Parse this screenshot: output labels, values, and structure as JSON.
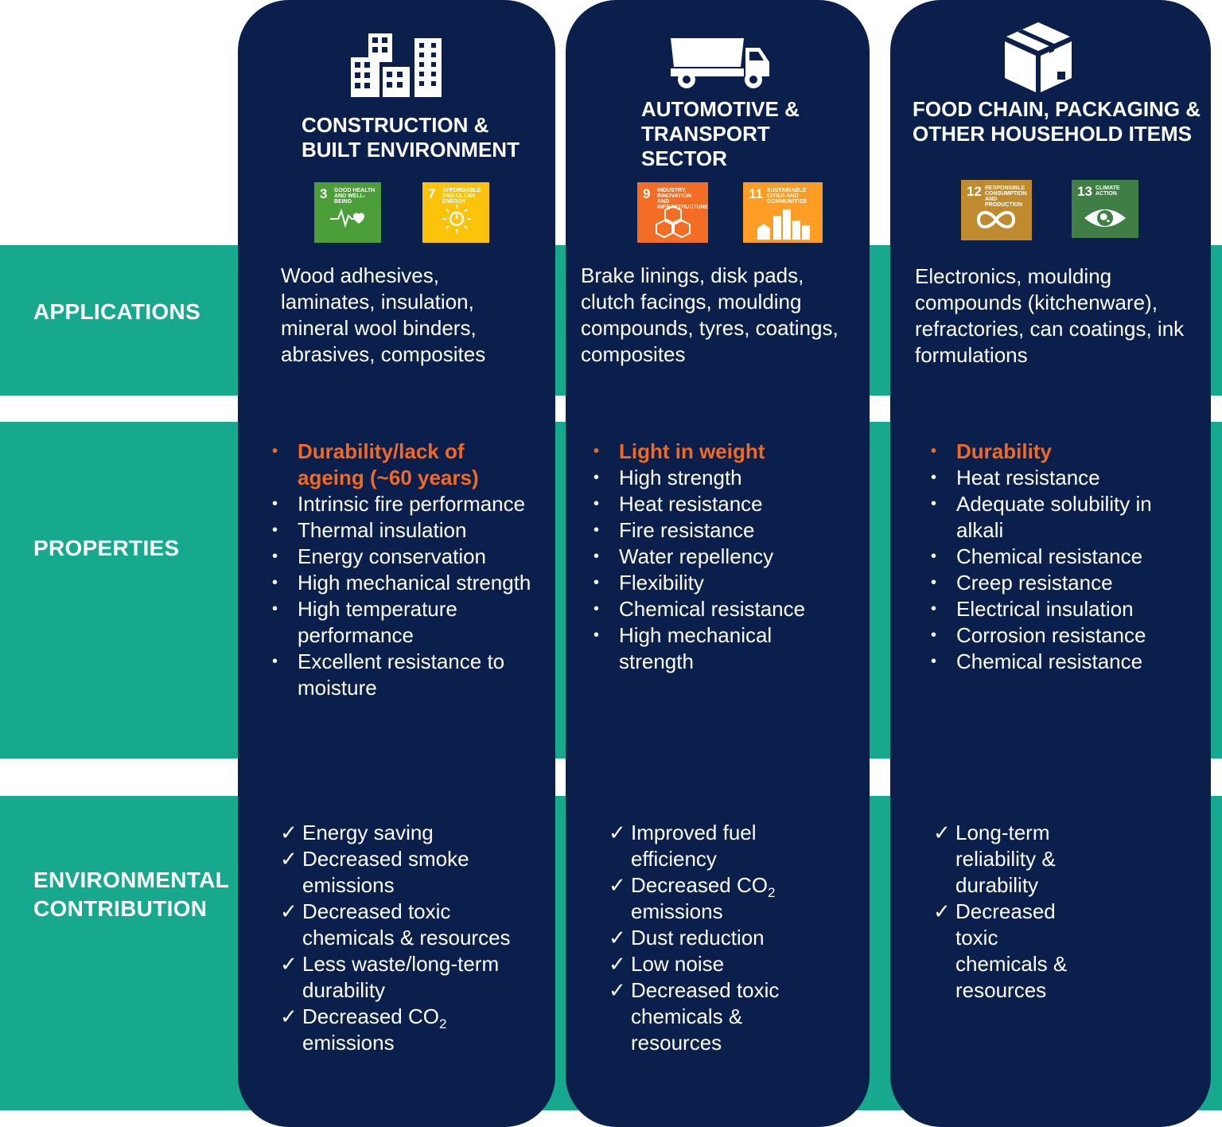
{
  "rows": {
    "applications": "APPLICATIONS",
    "properties": "PROPERTIES",
    "environmental_line1": "ENVIRONMENTAL",
    "environmental_line2": "CONTRIBUTION"
  },
  "columns": [
    {
      "title_line1": "CONSTRUCTION &",
      "title_line2": "BUILT ENVIRONMENT",
      "icon": "buildings-icon",
      "sdgs": [
        {
          "number": "3",
          "label": "GOOD HEALTH AND WELL-BEING",
          "color": "#4c9f38"
        },
        {
          "number": "7",
          "label": "AFFORDABLE AND CLEAN ENERGY",
          "color": "#fcc30b"
        }
      ],
      "applications": "Wood adhesives, laminates, insulation, mineral wool binders, abrasives, composites",
      "properties_highlight": "Durability/lack of ageing (~60 years)",
      "properties": [
        "Intrinsic fire performance",
        "Thermal insulation",
        "Energy conservation",
        "High mechanical strength",
        "High temperature performance",
        "Excellent resistance to moisture"
      ],
      "environmental": [
        "Energy saving",
        "Decreased smoke emissions",
        "Decreased toxic chemicals & resources",
        "Less waste/long-term durability"
      ],
      "co2_prefix": "Decreased CO",
      "co2_sub": "2",
      "co2_suffix": " emissions"
    },
    {
      "title_line1": "AUTOMOTIVE &",
      "title_line2": "TRANSPORT",
      "title_line3": "SECTOR",
      "icon": "truck-icon",
      "sdgs": [
        {
          "number": "9",
          "label": "INDUSTRY, INNOVATION AND INFRASTRUCTURE",
          "color": "#f36d25"
        },
        {
          "number": "11",
          "label": "SUSTAINABLE CITIES AND COMMUNITIES",
          "color": "#fd9d24"
        }
      ],
      "applications": "Brake linings, disk pads, clutch facings, moulding compounds, tyres, coatings, composites",
      "properties_highlight": "Light in weight",
      "properties": [
        "High strength",
        "Heat resistance",
        "Fire resistance",
        "Water repellency",
        "Flexibility",
        "Chemical resistance",
        "High mechanical strength"
      ],
      "environmental_first": "Improved fuel efficiency",
      "co2_prefix": "Decreased CO",
      "co2_sub": "2",
      "co2_suffix": " emissions",
      "environmental": [
        "Dust reduction",
        "Low noise",
        "Decreased toxic chemicals & resources"
      ]
    },
    {
      "title_line1": "FOOD CHAIN, PACKAGING &",
      "title_line2": "OTHER HOUSEHOLD ITEMS",
      "icon": "box-icon",
      "sdgs": [
        {
          "number": "12",
          "label": "RESPONSIBLE CONSUMPTION AND PRODUCTION",
          "color": "#bf8b2e"
        },
        {
          "number": "13",
          "label": "CLIMATE ACTION",
          "color": "#3f7e44"
        }
      ],
      "applications": "Electronics, moulding compounds (kitchenware), refractories, can coatings, ink formulations",
      "properties_highlight": "Durability",
      "properties": [
        "Heat resistance",
        "Adequate solubility in alkali",
        "Chemical resistance",
        "Creep resistance",
        "Electrical insulation",
        "Corrosion resistance",
        "Chemical resistance"
      ],
      "environmental": [
        "Long-term reliability & durability",
        "Decreased toxic chemicals & resources"
      ]
    }
  ]
}
